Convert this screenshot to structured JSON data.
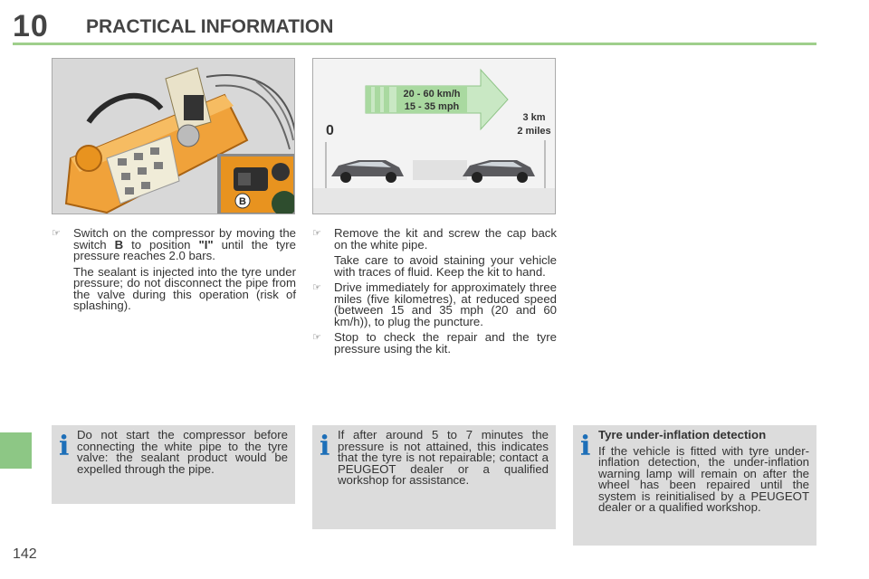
{
  "header": {
    "chapter_number": "10",
    "chapter_title": "PRACTICAL INFORMATION"
  },
  "page_number": "142",
  "figure1": {
    "switch_label": "B"
  },
  "figure2": {
    "speed_kmh": "20 - 60 km/h",
    "speed_mph": "15 - 35 mph",
    "distance_km": "3 km",
    "distance_miles": "2 miles",
    "start": "0"
  },
  "left_column": {
    "bullet_icon": "pointing-hand-icon",
    "b1_a": "Switch on the compressor by moving the switch ",
    "b1_b": "B",
    "b1_c": " to position ",
    "b1_d": "\"I\"",
    "b1_e": " until the tyre pressure reaches 2.0 bars.",
    "p1": "The sealant is injected into the tyre under pressure; do not disconnect the pipe from the valve during this operation (risk of splashing)."
  },
  "right_column": {
    "b1": "Remove the kit and screw the cap back on the white pipe.",
    "p1": "Take care to avoid staining your vehicle with traces of fluid. Keep the kit to hand.",
    "b2": "Drive immediately for approximately three miles (five kilometres), at reduced speed (between 15 and 35 mph (20 and 60 km/h)), to plug the puncture.",
    "b3": "Stop to check the repair and the tyre pressure using the kit."
  },
  "info_boxes": {
    "icon": "i",
    "box1": "Do not start the compressor before connecting the white pipe to the tyre valve: the sealant product would be expelled through the pipe.",
    "box2": "If after around 5 to 7 minutes the pressure is not attained, this indicates that the tyre is not repairable; contact a PEUGEOT dealer or a qualified workshop for assistance.",
    "box3_title": "Tyre under-inflation detection",
    "box3": "If the vehicle is fitted with tyre under-inflation detection, the under-inflation warning lamp will remain on after the wheel has been repaired until the system is reinitialised by a PEUGEOT dealer or a qualified workshop."
  },
  "colors": {
    "accent_green": "#9fcf8b",
    "info_blue": "#1d6fb8",
    "info_bg": "#dcdcdc",
    "compressor_orange": "#f0a23a"
  }
}
